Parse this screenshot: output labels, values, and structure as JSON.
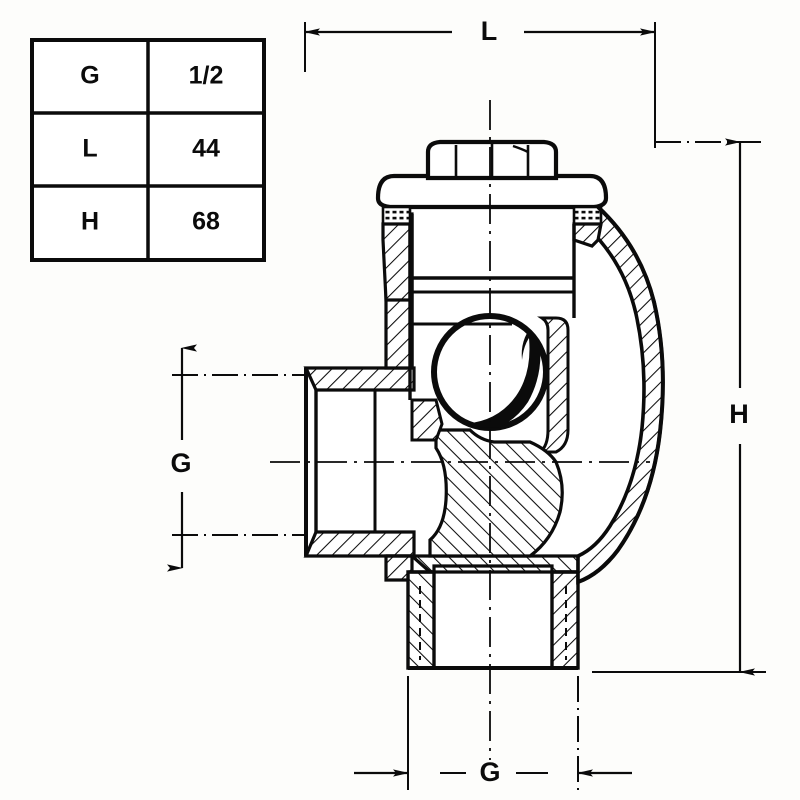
{
  "drawing": {
    "title": "Ball check valve sectional drawing",
    "line_color": "#0b0b0b",
    "fill_color": "#ffffff",
    "background": "#fdfdfb"
  },
  "spec_table": {
    "name": "dimension-table",
    "rows": [
      {
        "symbol": "G",
        "value": "1/2"
      },
      {
        "symbol": "L",
        "value": "44"
      },
      {
        "symbol": "H",
        "value": "68"
      }
    ]
  },
  "dimensions": {
    "length": {
      "label": "L",
      "orientation": "horizontal",
      "position": "top"
    },
    "height": {
      "label": "H",
      "orientation": "vertical",
      "position": "right"
    },
    "port_side": {
      "label": "G",
      "orientation": "vertical",
      "position": "left"
    },
    "port_bottom": {
      "label": "G",
      "orientation": "horizontal",
      "position": "bottom"
    }
  },
  "components": {
    "hex_cap": "hex-cap-nut",
    "bonnet_flange": "bonnet-flange",
    "thread_upper": "upper-thread",
    "ball": "check-ball",
    "ball_seat": "ball-seat",
    "body": "valve-body",
    "inlet_port": "side-inlet-port",
    "outlet_port": "bottom-outlet-port",
    "centerline_vertical": "vertical-centerline",
    "centerline_horizontal": "horizontal-centerline"
  }
}
